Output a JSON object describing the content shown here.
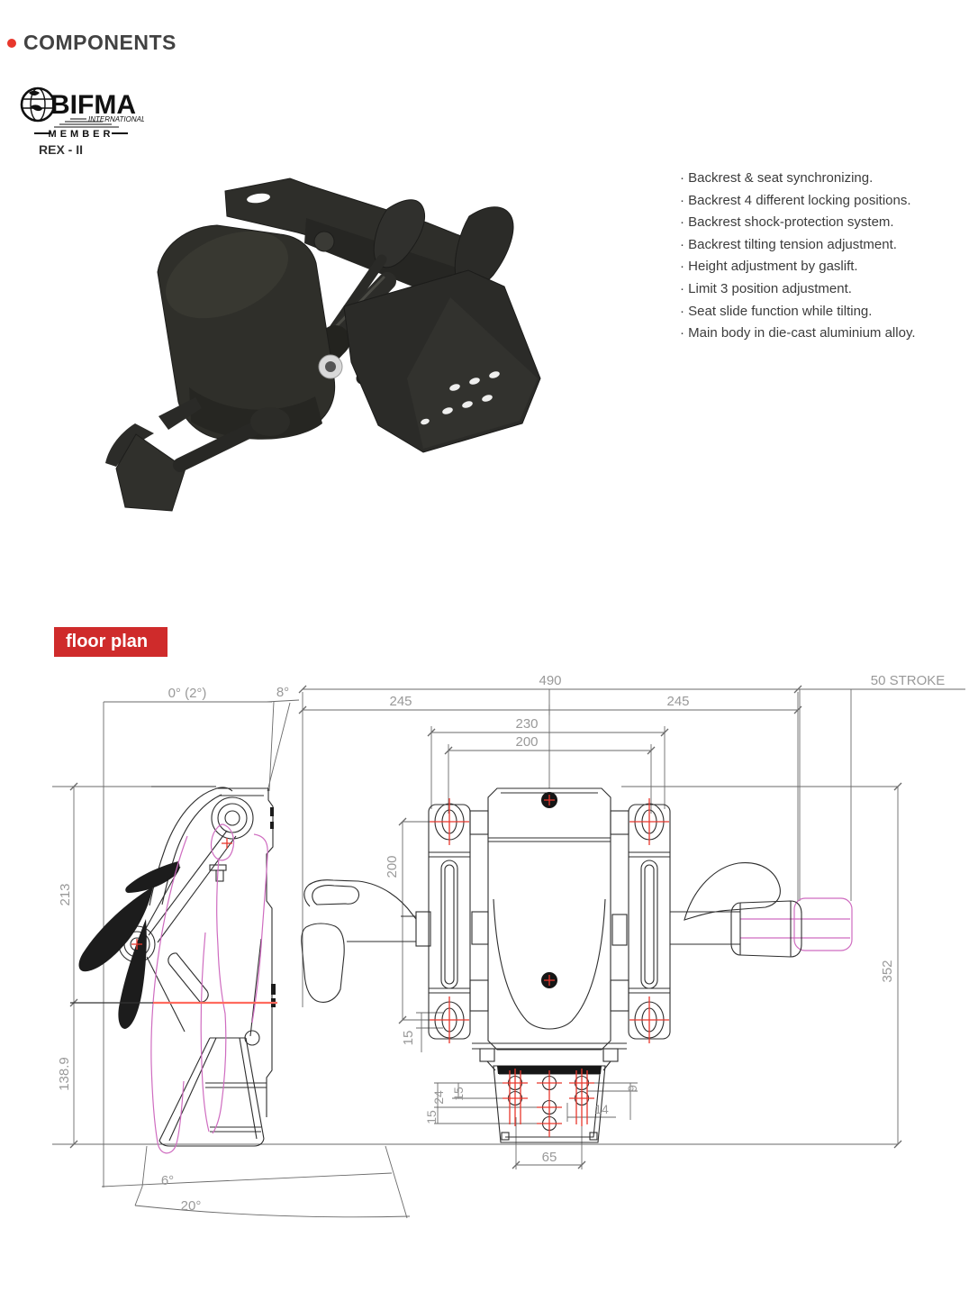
{
  "page": {
    "title": "COMPONENTS"
  },
  "logo": {
    "brand": "BIFMA",
    "subtitle": "INTERNATIONAL",
    "member": "MEMBER"
  },
  "product": {
    "model": "REX - II",
    "features": [
      "· Backrest & seat synchronizing.",
      "· Backrest 4 different locking positions.",
      "· Backrest shock-protection system.",
      "· Backrest tilting tension adjustment.",
      "· Height adjustment by gaslift.",
      "· Limit 3 position adjustment.",
      "· Seat slide function while tilting.",
      "· Main body in die-cast aluminium alloy."
    ]
  },
  "floor_plan": {
    "label": "floor plan"
  },
  "drawing": {
    "colors": {
      "line": "#2e2e2e",
      "dim": "#6a6a6a",
      "dim_text": "#999999",
      "red": "#e8372c",
      "red_line": "#ff6a5e",
      "magenta": "#cf6cc0"
    },
    "dims": {
      "overall_width": "490",
      "stroke": "50 STROKE",
      "half_left": "245",
      "half_right": "245",
      "inner_width": "230",
      "hole_span_h": "200",
      "seat_angle": "0° (2°)",
      "back_angle": "8°",
      "height_upper": "213",
      "height_lower": "138.9",
      "hole_span_v": "200",
      "slot_offset": "15",
      "bracket_15a": "15",
      "bracket_24": "24",
      "bracket_15b": "15",
      "bracket_9": "9",
      "bracket_14": "14",
      "bracket_65": "65",
      "depth": "352",
      "tilt_6": "6°",
      "tilt_20": "20°"
    }
  }
}
